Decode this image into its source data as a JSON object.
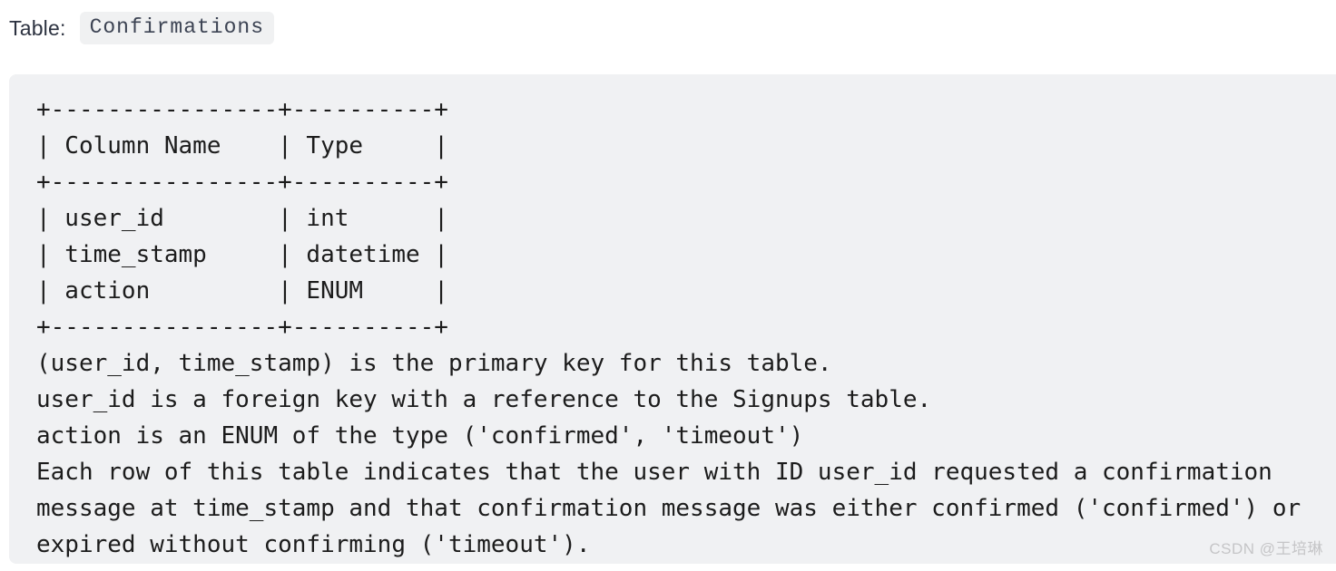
{
  "header": {
    "label": "Table:",
    "table_name": "Confirmations"
  },
  "code_block": {
    "display_lines": [
      "+----------------+----------+",
      "| Column Name    | Type     |",
      "+----------------+----------+",
      "| user_id        | int      |",
      "| time_stamp     | datetime |",
      "| action         | ENUM     |",
      "+----------------+----------+",
      "(user_id, time_stamp) is the primary key for this table.",
      "user_id is a foreign key with a reference to the Signups table.",
      "action is an ENUM of the type ('confirmed', 'timeout')",
      "Each row of this table indicates that the user with ID user_id requested a confirmation",
      "message at time_stamp and that confirmation message was either confirmed ('confirmed') or",
      "expired without confirming ('timeout')."
    ],
    "ascii_table": {
      "headers": [
        "Column Name",
        "Type"
      ],
      "rows": [
        [
          "user_id",
          "int"
        ],
        [
          "time_stamp",
          "datetime"
        ],
        [
          "action",
          "ENUM"
        ]
      ]
    }
  },
  "watermark": {
    "text": "CSDN @王培琳"
  },
  "colors": {
    "page_bg": "#ffffff",
    "code_block_bg": "#f0f1f3",
    "badge_bg": "#f0f1f2",
    "header_text": "#2c3240",
    "badge_text": "#3c4353",
    "code_text": "#1c1c1c",
    "watermark_text": "#c5c5c7"
  }
}
